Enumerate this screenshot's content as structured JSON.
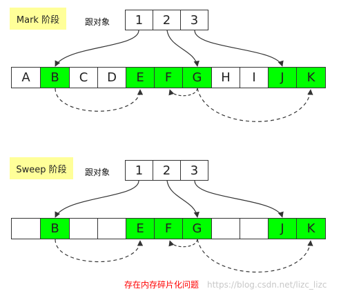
{
  "mark": {
    "phase_label": "Mark 阶段",
    "root_label": "跟对象",
    "roots": [
      "1",
      "2",
      "3"
    ],
    "heap": [
      {
        "label": "A",
        "live": false
      },
      {
        "label": "B",
        "live": true
      },
      {
        "label": "C",
        "live": false
      },
      {
        "label": "D",
        "live": false
      },
      {
        "label": "E",
        "live": true
      },
      {
        "label": "F",
        "live": true
      },
      {
        "label": "G",
        "live": true
      },
      {
        "label": "H",
        "live": false
      },
      {
        "label": "I",
        "live": false
      },
      {
        "label": "J",
        "live": true
      },
      {
        "label": "K",
        "live": true
      }
    ]
  },
  "sweep": {
    "phase_label": "Sweep 阶段",
    "root_label": "跟对象",
    "roots": [
      "1",
      "2",
      "3"
    ],
    "heap": [
      {
        "label": "",
        "live": false
      },
      {
        "label": "B",
        "live": true
      },
      {
        "label": "",
        "live": false
      },
      {
        "label": "",
        "live": false
      },
      {
        "label": "E",
        "live": true
      },
      {
        "label": "F",
        "live": true
      },
      {
        "label": "G",
        "live": true
      },
      {
        "label": "",
        "live": false
      },
      {
        "label": "",
        "live": false
      },
      {
        "label": "J",
        "live": true
      },
      {
        "label": "K",
        "live": true
      }
    ]
  },
  "caption": "存在内存碎片化问题",
  "watermark": "https://blog.csdn.net/lizc_lizc",
  "colors": {
    "live": "#00ff00",
    "phase_bg": "#ffff99",
    "caption": "#ff0000"
  }
}
